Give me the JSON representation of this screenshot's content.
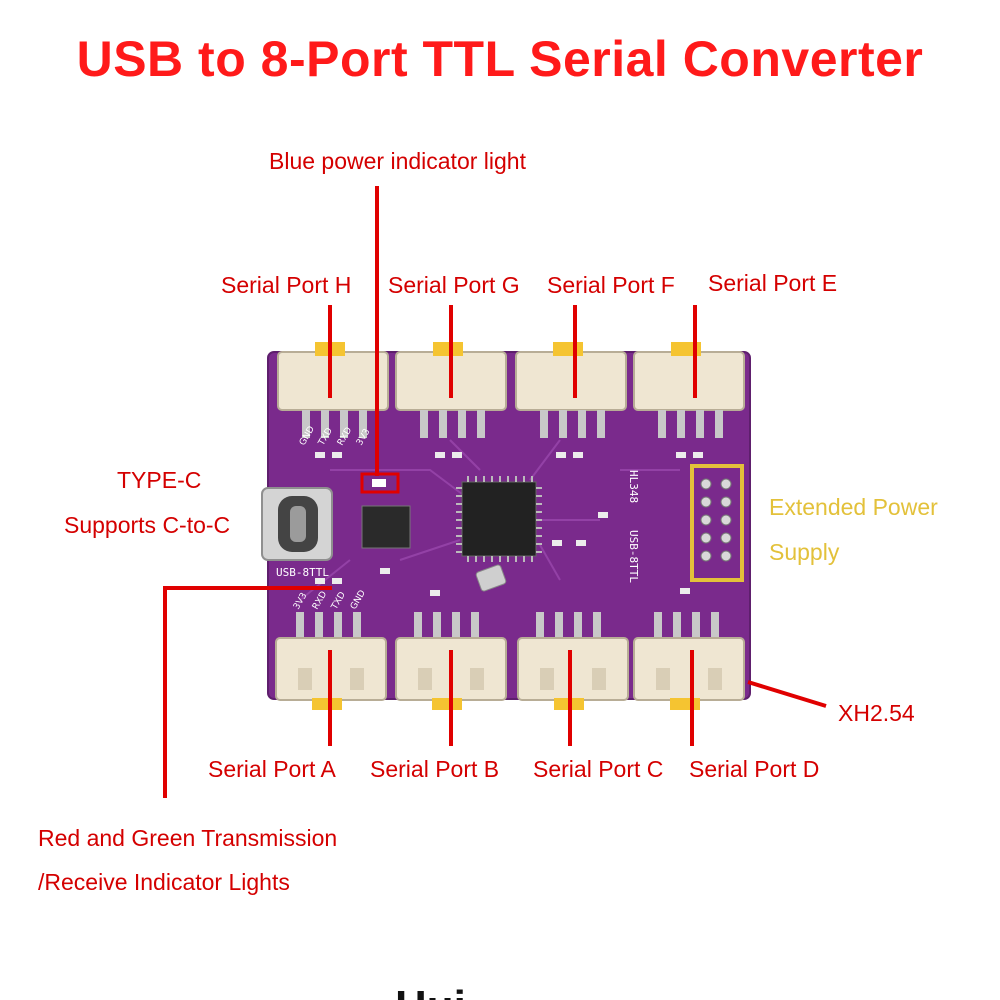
{
  "title": "USB to 8-Port TTL Serial Converter",
  "labels": {
    "blue_power": "Blue power indicator light",
    "port_h": "Serial Port H",
    "port_g": "Serial Port G",
    "port_f": "Serial Port F",
    "port_e": "Serial Port E",
    "typec_line1": "TYPE-C",
    "typec_line2": "Supports C-to-C",
    "ext_power_line1": "Extended Power",
    "ext_power_line2": "Supply",
    "xh254": "XH2.54",
    "port_a": "Serial Port A",
    "port_b": "Serial Port B",
    "port_c": "Serial Port C",
    "port_d": "Serial Port D",
    "rg_line1": "Red and Green Transmission",
    "rg_line2": "/Receive Indicator Lights"
  },
  "board_text": {
    "chip_left": "HL348",
    "chip_right": "USB-8TTL",
    "usb_label": "USB-8TTL",
    "pins_top": [
      "GND",
      "TXD",
      "RXD",
      "3V3"
    ],
    "pins_bottom": [
      "3V3",
      "RXD",
      "TXD",
      "GND"
    ]
  },
  "colors": {
    "label_red": "#d40000",
    "label_yellow": "#e3c13a",
    "title_red": "#ff1a1a",
    "board_purple": "#7a2a8c"
  },
  "cut_text": "Hui"
}
